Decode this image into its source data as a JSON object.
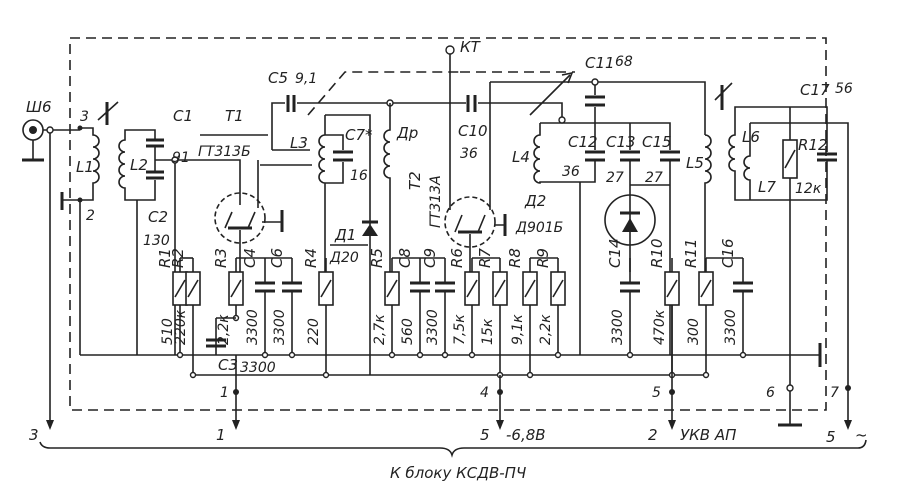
{
  "connector": {
    "label": "Ш6"
  },
  "test_point": "КТ",
  "components": {
    "L1": "L1",
    "L2": "L2",
    "L3": "L3",
    "L4": "L4",
    "L5": "L5",
    "L6": "L6",
    "L7": "L7",
    "DR": "Др",
    "C1": "C1",
    "C1_val": "91",
    "C2": "C2",
    "C2_val": "130",
    "C3": "C3",
    "C3_val": "3300",
    "C4": "C4",
    "C4_val": "3300",
    "C5": "C5",
    "C5_val": "9,1",
    "C6": "C6",
    "C6_val": "3300",
    "C7": "C7*",
    "C7_val": "16",
    "C8": "C8",
    "C8_val": "560",
    "C9": "C9",
    "C9_val": "3300",
    "C10": "C10",
    "C10_val": "36",
    "C11": "C11",
    "C11_val": "68",
    "C12": "C12",
    "C12_val": "36",
    "C13": "C13",
    "C13_val": "27",
    "C14": "C14",
    "C14_val": "3300",
    "C15": "C15",
    "C15_val": "27",
    "C16": "C16",
    "C16_val": "3300",
    "C17": "C17",
    "C17_val": "56",
    "R1": "R1",
    "R1_val": "510",
    "R2": "R2",
    "R2_val": "220к",
    "R3": "R3",
    "R3_val": "2,2к",
    "R4": "R4",
    "R4_val": "220",
    "R5": "R5",
    "R5_val": "2,7к",
    "R6": "R6",
    "R6_val": "7,5к",
    "R7": "R7",
    "R7_val": "15к",
    "R8": "R8",
    "R8_val": "9,1к",
    "R9": "R9",
    "R9_val": "2,2к",
    "R10": "R10",
    "R10_val": "470к",
    "R11": "R11",
    "R11_val": "300",
    "R12": "R12",
    "R12_val": "12к",
    "T1": "T1",
    "T1_type": "ГТ313Б",
    "T2": "T2",
    "T2_type": "ГТ313А",
    "D1": "Д1",
    "D1_type": "Д20",
    "D2": "Д2",
    "D2_type": "Д901Б"
  },
  "pins": {
    "L1_top": "3",
    "L1_bottom": "2",
    "board": [
      "1",
      "4",
      "5",
      "6",
      "7"
    ],
    "external": [
      {
        "num": "3",
        "label": ""
      },
      {
        "num": "1",
        "label": ""
      },
      {
        "num": "5",
        "label": "-6,8В"
      },
      {
        "num": "2",
        "label": "УКВ АП"
      },
      {
        "num": "5",
        "label": "~"
      }
    ]
  },
  "caption": "К блоку КСДВ-ПЧ"
}
